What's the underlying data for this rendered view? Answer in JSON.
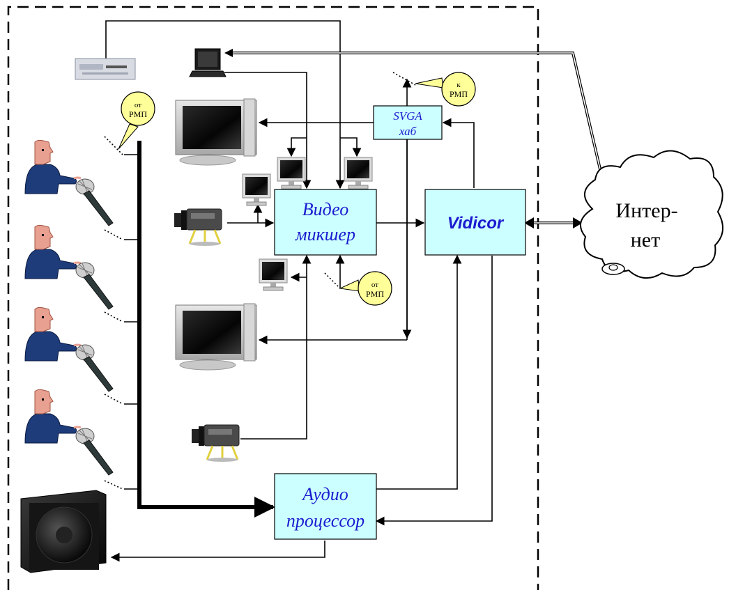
{
  "boxes": {
    "video_mixer": {
      "line1": "Видео",
      "line2": "микшер"
    },
    "audio_processor": {
      "line1": "Аудио",
      "line2": "процессор"
    },
    "svga_hub": {
      "line1": "SVGA",
      "line2": "хаб"
    },
    "vidicor": {
      "label": "Vidicor"
    }
  },
  "cloud": {
    "line1": "Интер-",
    "line2": "нет"
  },
  "bubbles": {
    "from_rmp": {
      "line1": "от",
      "line2": "РМП"
    },
    "to_rmp": {
      "line1": "к",
      "line2": "РМП"
    }
  },
  "colors": {
    "box_fill": "#ccffff",
    "bubble_fill": "#ffff99",
    "label_blue": "#1a1ad0",
    "line": "#000000"
  },
  "icons": {
    "vcr": "vcr-icon",
    "laptop": "laptop-icon",
    "plasma": "plasma-tv-icon",
    "monitor": "monitor-icon",
    "camera": "video-camera-icon",
    "person": "speaker-person-icon",
    "mic": "microphone-icon",
    "subwoofer": "subwoofer-icon"
  }
}
